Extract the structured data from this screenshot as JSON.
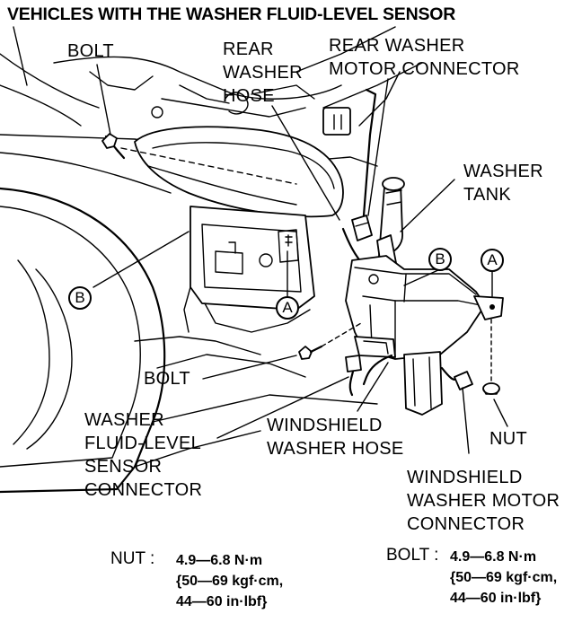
{
  "title": "VEHICLES WITH THE WASHER FLUID-LEVEL SENSOR",
  "labels": {
    "bolt_top": "BOLT",
    "rear_washer_hose": [
      "REAR",
      "WASHER",
      "HOSE"
    ],
    "rear_washer_motor_connector": [
      "REAR WASHER",
      "MOTOR CONNECTOR"
    ],
    "washer_tank": [
      "WASHER",
      "TANK"
    ],
    "bolt_bottom": "BOLT",
    "washer_fluid_level_sensor_connector": [
      "WASHER",
      "FLUID-LEVEL",
      "SENSOR",
      "CONNECTOR"
    ],
    "windshield_washer_hose": [
      "WINDSHIELD",
      "WASHER HOSE"
    ],
    "nut": "NUT",
    "windshield_washer_motor_connector": [
      "WINDSHIELD",
      "WASHER MOTOR",
      "CONNECTOR"
    ]
  },
  "callouts": {
    "b_left": "B",
    "a_mid": "A",
    "b_right": "B",
    "a_right": "A"
  },
  "specs": {
    "nut": {
      "key": "NUT :",
      "lines": [
        "4.9—6.8 N·m",
        "{50—69 kgf·cm,",
        "44—60 in·lbf}"
      ]
    },
    "bolt": {
      "key": "BOLT :",
      "lines": [
        "4.9—6.8 N·m",
        "{50—69 kgf·cm,",
        "44—60 in·lbf}"
      ]
    }
  }
}
